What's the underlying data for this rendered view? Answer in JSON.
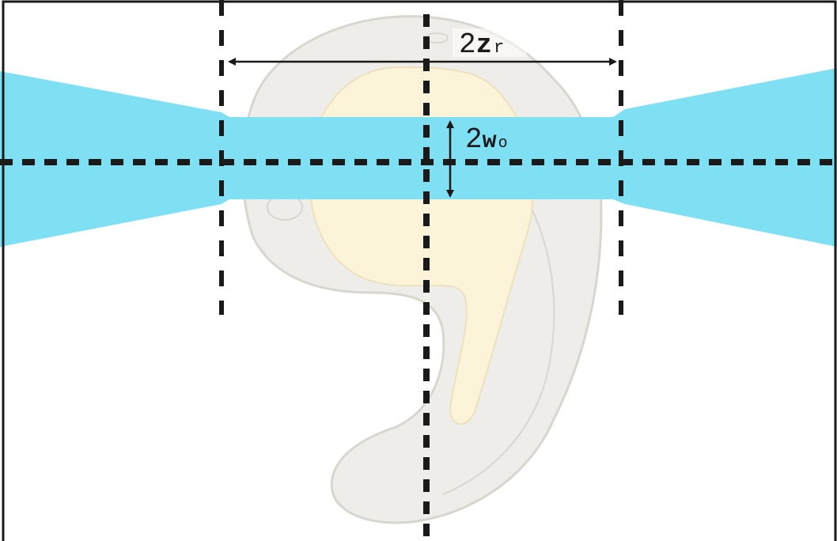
{
  "colors": {
    "beam": "#7ee0f2",
    "embryo_fill": "#efede9",
    "embryo_stroke": "#d9d5cf",
    "yolk": "#fcf4d8",
    "yolk_stroke": "#ece1bd",
    "dash": "#1a1a1a",
    "frame": "#1a1a1a"
  },
  "labels": {
    "rayleigh": {
      "prefix": "2",
      "symbol": "z",
      "subscript": "r"
    },
    "waist": {
      "prefix": "2",
      "symbol": "w",
      "subscript": "o"
    }
  },
  "icons": {
    "embryo": "zebrafish-embryo-icon",
    "arrow": "double-arrow-icon"
  }
}
